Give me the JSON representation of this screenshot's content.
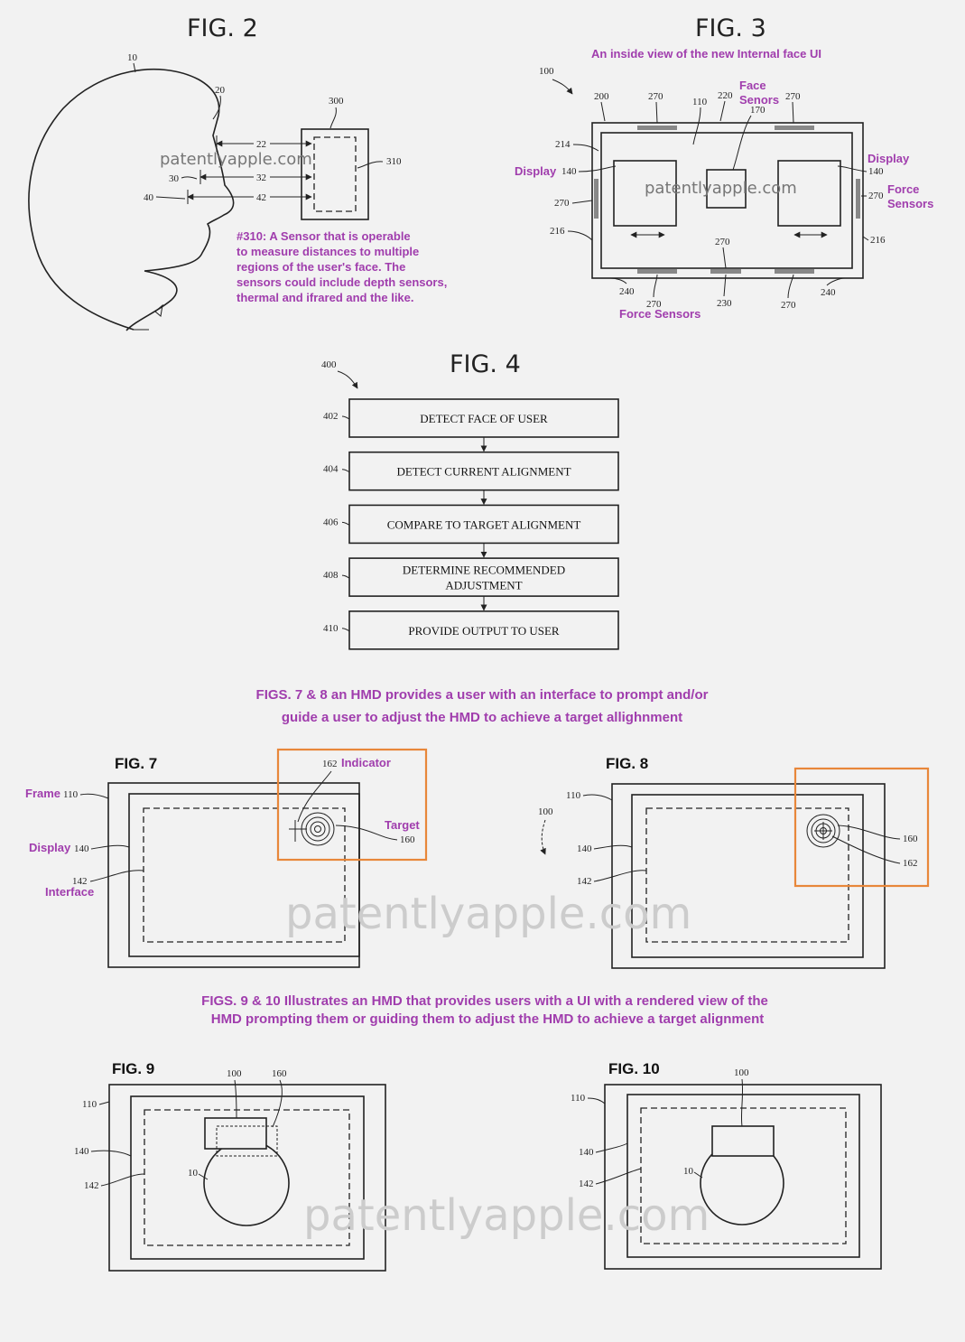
{
  "fig2": {
    "title": "FIG. 2",
    "refs": {
      "head": "10",
      "nose": "20",
      "device": "300",
      "sensor": "310",
      "d22": "22",
      "d32": "32",
      "d42": "42",
      "r30": "30",
      "r40": "40"
    },
    "annotation": [
      "#310: A Sensor that is operable",
      "to measure distances to multiple",
      "regions of the user's face. The",
      "sensors could include depth sensors,",
      "thermal and ifrared and the like."
    ],
    "watermark": "patentlyapple.com"
  },
  "fig3": {
    "title": "FIG. 3",
    "subtitle": "An inside view of the new Internal face UI",
    "refs": {
      "r100": "100",
      "r200": "200",
      "r270": "270",
      "r110": "110",
      "r220": "220",
      "r170": "170",
      "r214": "214",
      "r140": "140",
      "r216": "216",
      "r240": "240",
      "r230": "230"
    },
    "labels": {
      "face_sensors_1": "Face",
      "face_sensors_2": "Senors",
      "display": "Display",
      "force_1": "Force",
      "force_2": "Sensors",
      "force_sensors": "Force Sensors"
    },
    "watermark": "patentlyapple.com"
  },
  "fig4": {
    "title": "FIG. 4",
    "ref": "400",
    "steps": [
      {
        "num": "402",
        "lines": [
          "DETECT FACE OF USER"
        ]
      },
      {
        "num": "404",
        "lines": [
          "DETECT CURRENT ALIGNMENT"
        ]
      },
      {
        "num": "406",
        "lines": [
          "COMPARE TO TARGET ALIGNMENT"
        ]
      },
      {
        "num": "408",
        "lines": [
          "DETERMINE RECOMMENDED",
          "ADJUSTMENT"
        ]
      },
      {
        "num": "410",
        "lines": [
          "PROVIDE OUTPUT TO USER"
        ]
      }
    ]
  },
  "caption_78": [
    "FIGS. 7 & 8 an HMD provides a user with an interface to prompt and/or",
    "guide a user to adjust the HMD to achieve a target allighnment"
  ],
  "fig7": {
    "title": "FIG. 7",
    "refs": {
      "r162": "162",
      "r160": "160",
      "r110": "110",
      "r140": "140",
      "r142": "142"
    },
    "labels": {
      "indicator": "Indicator",
      "target": "Target",
      "frame": "Frame",
      "display": "Display",
      "interface": "Interface"
    }
  },
  "fig8": {
    "title": "FIG. 8",
    "refs": {
      "r110": "110",
      "r100": "100",
      "r140": "140",
      "r142": "142",
      "r160": "160",
      "r162": "162"
    }
  },
  "watermark_big": "patentlyapple.com",
  "caption_910": [
    "FIGS. 9 & 10 Illustrates an HMD that provides users with a UI with a rendered view of the",
    "HMD prompting them or guiding them to adjust the HMD to achieve a target alignment"
  ],
  "fig9": {
    "title": "FIG. 9",
    "refs": {
      "r100": "100",
      "r160": "160",
      "r110": "110",
      "r140": "140",
      "r10": "10",
      "r142": "142"
    }
  },
  "fig10": {
    "title": "FIG. 10",
    "refs": {
      "r100": "100",
      "r110": "110",
      "r140": "140",
      "r10": "10",
      "r142": "142"
    }
  },
  "colors": {
    "annotation": "#a03dad",
    "highlight": "#e8873a",
    "line": "#222222"
  }
}
